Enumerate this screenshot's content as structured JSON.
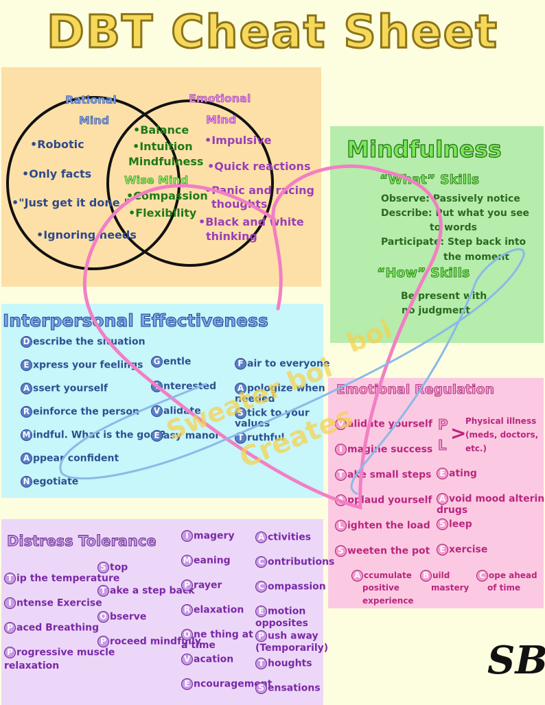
{
  "title": "DBT Cheat Sheet",
  "venn": {
    "rational_title_line1": "Rational",
    "rational_title_line2": "Mind",
    "emotional_title_line1": "Emotional",
    "emotional_title_line2": "Mind",
    "rational_items": [
      "•Robotic",
      "•Only facts",
      "•\"Just get it done.\"",
      "•Ignoring needs"
    ],
    "emotional_items": [
      "•Impulsive",
      "•Quick reactions",
      "•Panic and racing",
      "thoughts",
      "•Black and white",
      "thinking"
    ],
    "wise_items_top": [
      "•Balance",
      "•Intuition",
      "Mindfulness"
    ],
    "wise_label": "Wise Mind",
    "wise_items_bottom": [
      "•Compassion",
      "•Flexibility"
    ]
  },
  "mindfulness": {
    "heading": "Mindfulness",
    "what_heading": "“What” Skills",
    "observe": "Observe: Passively notice",
    "describe": "Describe: Put what you see",
    "describe2": "to words",
    "participate": "Participate: Step back into",
    "participate2": "the moment",
    "how_heading": "“How” Skills",
    "how1": "Be present with",
    "how2": "no judgment"
  },
  "ie": {
    "heading": "Interpersonal  Effectiveness",
    "dearman": [
      {
        "cap": "D",
        "rest": "escribe the situation"
      },
      {
        "cap": "E",
        "rest": "xpress your feelings"
      },
      {
        "cap": "A",
        "rest": "ssert yourself"
      },
      {
        "cap": "R",
        "rest": "einforce the person"
      },
      {
        "cap": "M",
        "rest": "indful. What is the goal?"
      },
      {
        "cap": "A",
        "rest": "ppear confident"
      },
      {
        "cap": "N",
        "rest": "egotiate"
      }
    ],
    "give": [
      {
        "cap": "G",
        "rest": "entle"
      },
      {
        "cap": "I",
        "rest": "nterested"
      },
      {
        "cap": "V",
        "rest": "alidate"
      },
      {
        "cap": "E",
        "rest": "asy manor"
      }
    ],
    "fast": [
      {
        "cap": "F",
        "rest": "air to everyone"
      },
      {
        "cap": "A",
        "rest": "pologize when"
      },
      {
        "cap": "",
        "rest": "needed"
      },
      {
        "cap": "S",
        "rest": "tick to your"
      },
      {
        "cap": "",
        "rest": "values"
      },
      {
        "cap": "T",
        "rest": "ruthful"
      }
    ]
  },
  "er": {
    "heading": "Emotional Regulation",
    "left": [
      {
        "cap": "V",
        "rest": "alidate yourself"
      },
      {
        "cap": "I",
        "rest": "magine success"
      },
      {
        "cap": "T",
        "rest": "ake small steps"
      },
      {
        "cap": "A",
        "rest": "pplaud yourself"
      },
      {
        "cap": "L",
        "rest": "ighten the load"
      },
      {
        "cap": "S",
        "rest": "weeten the pot"
      }
    ],
    "pl_caps": [
      "P",
      "L"
    ],
    "physical": [
      "Physical illness",
      "(meds, doctors,",
      "etc.)"
    ],
    "right": [
      {
        "cap": "E",
        "rest": "ating"
      },
      {
        "cap": "A",
        "rest": "void mood altering"
      },
      {
        "cap": "",
        "rest": "drugs"
      },
      {
        "cap": "S",
        "rest": "leep"
      },
      {
        "cap": "E",
        "rest": "xercise"
      }
    ],
    "abc": [
      {
        "cap": "A",
        "lines": [
          "ccumulate",
          "positive",
          "experience"
        ]
      },
      {
        "cap": "B",
        "lines": [
          "uild",
          "mastery"
        ]
      },
      {
        "cap": "C",
        "lines": [
          "ope ahead",
          "of time"
        ]
      }
    ]
  },
  "dt": {
    "heading": "Distress Tolerance",
    "tipp": [
      {
        "cap": "T",
        "rest": "ip the temperature"
      },
      {
        "cap": "I",
        "rest": "ntense Exercise"
      },
      {
        "cap": "P",
        "rest": "aced Breathing"
      },
      {
        "cap": "P",
        "rest": "rogressive muscle"
      },
      {
        "cap": "",
        "rest": "relaxation"
      }
    ],
    "stop": [
      {
        "cap": "S",
        "rest": "top"
      },
      {
        "cap": "T",
        "rest": "ake a step back"
      },
      {
        "cap": "O",
        "rest": "bserve"
      },
      {
        "cap": "P",
        "rest": "roceed mindfully"
      }
    ],
    "improve": [
      {
        "cap": "I",
        "rest": "magery"
      },
      {
        "cap": "M",
        "rest": "eaning"
      },
      {
        "cap": "P",
        "rest": "rayer"
      },
      {
        "cap": "R",
        "rest": "elaxation"
      },
      {
        "cap": "O",
        "rest": "ne thing at"
      },
      {
        "cap": "",
        "rest": "a time"
      },
      {
        "cap": "V",
        "rest": "acation"
      },
      {
        "cap": "E",
        "rest": "ncouragement"
      }
    ],
    "accepts": [
      {
        "cap": "A",
        "rest": "ctivities"
      },
      {
        "cap": "C",
        "rest": "ontributions"
      },
      {
        "cap": "C",
        "rest": "ompassion"
      },
      {
        "cap": "E",
        "rest": "motion"
      },
      {
        "cap": "",
        "rest": "opposites"
      },
      {
        "cap": "P",
        "rest": "ush away"
      },
      {
        "cap": "",
        "rest": "(Temporarily)"
      },
      {
        "cap": "T",
        "rest": "houghts"
      },
      {
        "cap": "S",
        "rest": "ensations"
      }
    ]
  },
  "watermark": {
    "line1": "Sweater boi",
    "line2": "Creates"
  },
  "signature": "SB",
  "colors": {
    "heart": "#f27fc4",
    "blue_loop": "#8ab9e8"
  }
}
